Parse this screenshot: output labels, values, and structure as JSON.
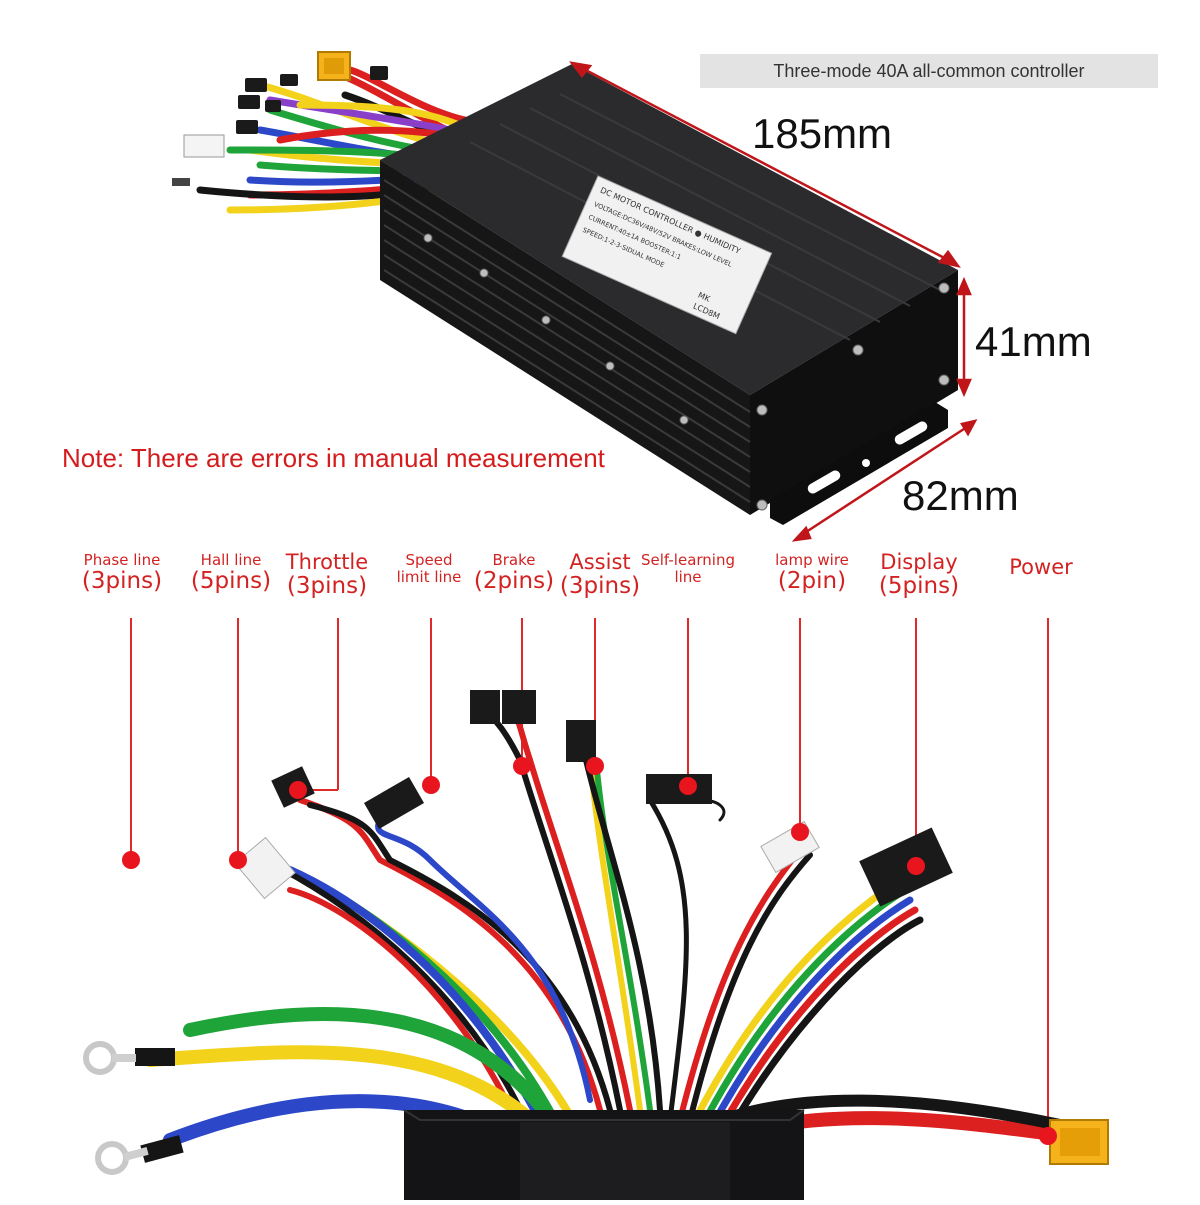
{
  "banner": "Three-mode 40A all-common controller",
  "dimensions": {
    "length": "185mm",
    "height": "41mm",
    "width": "82mm"
  },
  "note": "Note: There are errors in manual measurement",
  "callouts": {
    "phase": {
      "line1": "Phase line",
      "line2": "(3pins)"
    },
    "hall": {
      "line1": "Hall line",
      "line2": "(5pins)"
    },
    "throttle": {
      "line1": "Throttle",
      "line2": "(3pins)"
    },
    "speed": {
      "line1": "Speed",
      "line2": "limit line"
    },
    "brake": {
      "line1": "Brake",
      "line2": "(2pins)"
    },
    "assist": {
      "line1": "Assist",
      "line2": "(3pins)"
    },
    "learning": {
      "line1": "Self-learning",
      "line2": "line"
    },
    "lamp": {
      "line1": "lamp wire",
      "line2": "(2pin)"
    },
    "display": {
      "line1": "Display",
      "line2": "(5pins)"
    },
    "power": {
      "line1": "Power"
    }
  },
  "label_panel": {
    "line1": "DC MOTOR CONTROLLER ● HUMIDITY",
    "line2": "VOLTAGE:DC36V/48V/52V   BRAKES:LOW LEVEL",
    "line3": "CURRENT:40±1A   BOOSTER:1:1",
    "line4": "SPEED:1-2-3-SIDUAL MODE",
    "line5": "MK",
    "line6": "LCD8M"
  },
  "colors": {
    "callout_red": "#d32222",
    "dot_red": "#e8141e",
    "housing": "#1b1b1d",
    "wire_yellow": "#f2d21a",
    "wire_green": "#1fa43a",
    "wire_blue": "#2c48c8",
    "wire_red": "#dc1f1f",
    "wire_black": "#151515",
    "connector_yellow": "#f5b21a"
  }
}
